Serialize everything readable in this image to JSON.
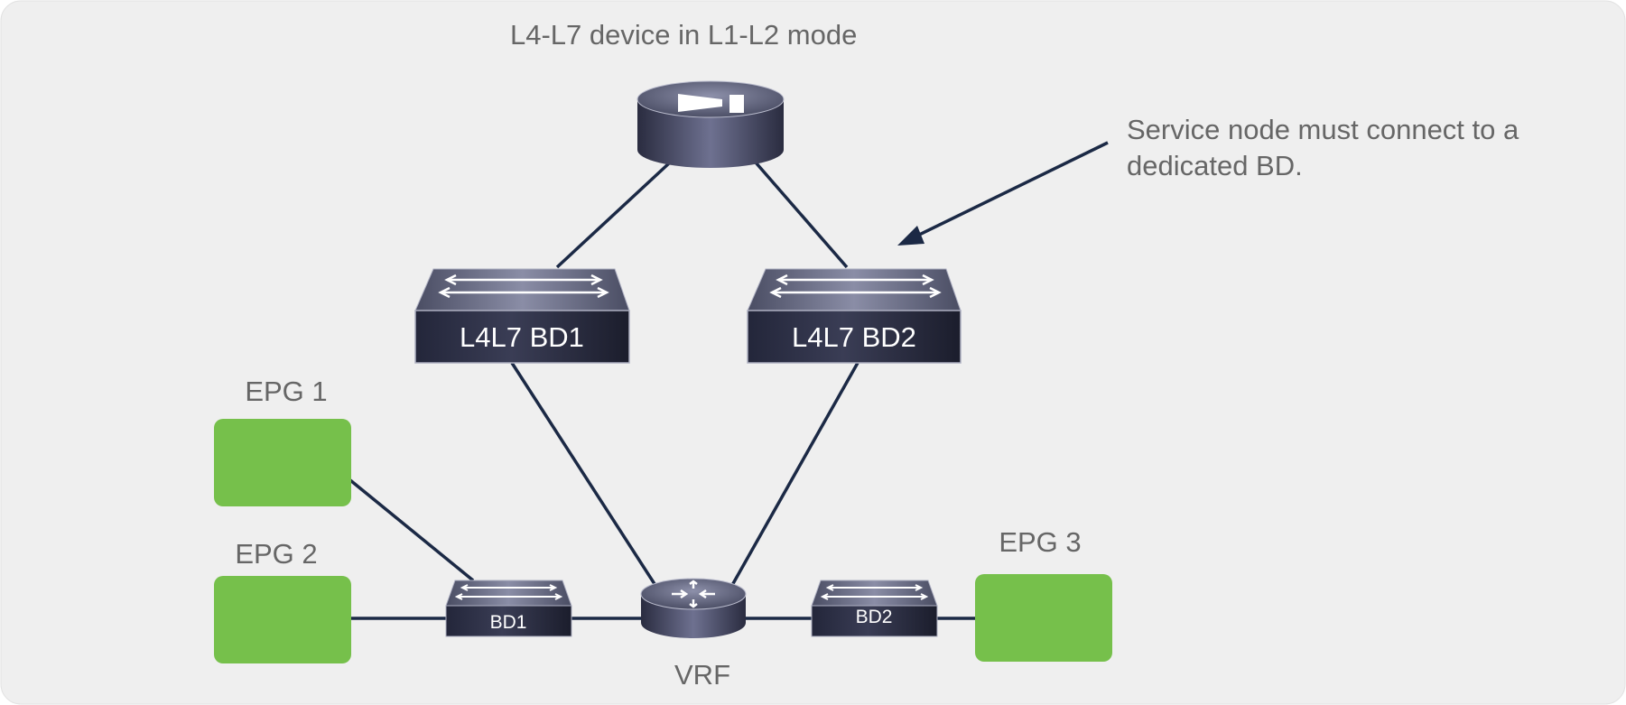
{
  "diagram": {
    "device_label": "L4-L7 device in L1-L2 mode",
    "annotation_line1": "Service node must connect to a",
    "annotation_line2": "dedicated BD.",
    "l4l7_bd1": "L4L7 BD1",
    "l4l7_bd2": "L4L7 BD2",
    "epg1": "EPG 1",
    "epg2": "EPG 2",
    "epg3": "EPG 3",
    "bd1": "BD1",
    "bd2": "BD2",
    "vrf": "VRF",
    "colors": {
      "background": "#efefef",
      "epg": "#76c04b",
      "link": "#1b2945",
      "text": "#666666"
    }
  }
}
